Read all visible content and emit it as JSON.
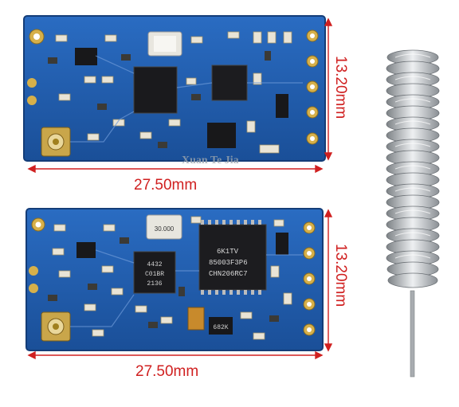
{
  "top_module": {
    "width_label": "27.50mm",
    "height_label": "13.20mm"
  },
  "bottom_module": {
    "width_label": "27.50mm",
    "height_label": "13.20mm",
    "crystal_marking": "30.000",
    "mcu_marking": [
      "6K1TV",
      "85003F3P6",
      "CHN206RC7"
    ],
    "rf_chip_marking": [
      "4432",
      "C01BR",
      "2136"
    ],
    "transistor_marking": "682K"
  },
  "watermark": "Xuan Te Jia",
  "colors": {
    "pcb_blue": "#1f5fb0",
    "dimension_red": "#d02020",
    "gold_pad": "#d6b04a",
    "antenna_steel": "#b8bcc0"
  },
  "icons": [
    "spring-antenna-icon",
    "rf-module-icon"
  ]
}
